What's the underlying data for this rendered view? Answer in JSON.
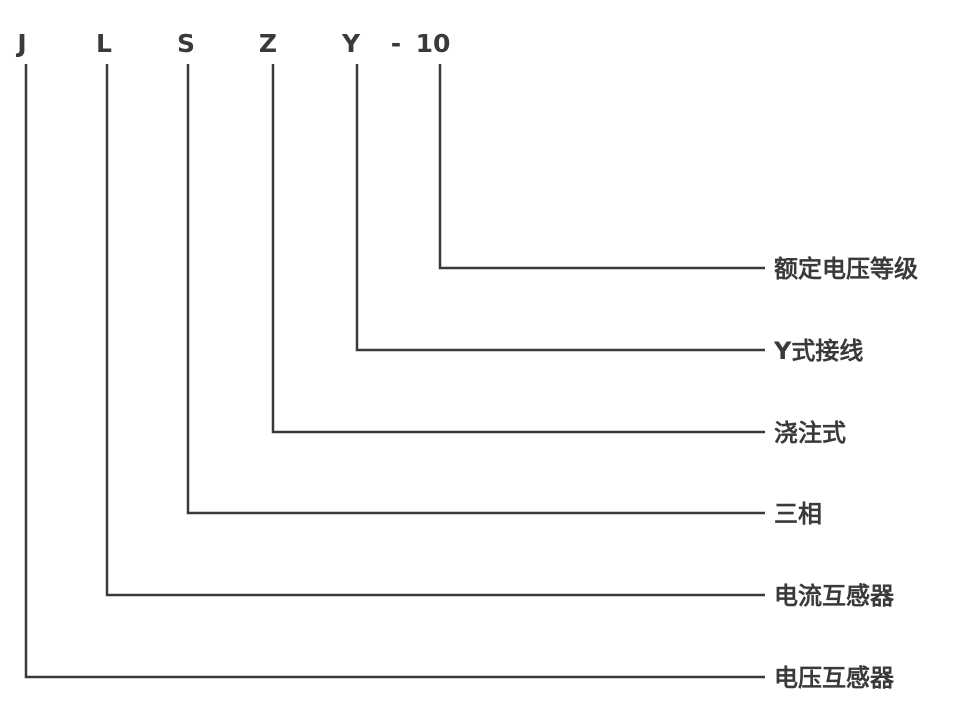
{
  "code": {
    "letters": [
      "J",
      "L",
      "S",
      "Z",
      "Y",
      "-",
      "10"
    ]
  },
  "descriptions": [
    {
      "segment": "10",
      "label": "额定电压等级"
    },
    {
      "segment": "Y",
      "label": "Y式接线"
    },
    {
      "segment": "Z",
      "label": "浇注式"
    },
    {
      "segment": "S",
      "label": "三相"
    },
    {
      "segment": "L",
      "label": "电流互感器"
    },
    {
      "segment": "J",
      "label": "电压互感器"
    }
  ],
  "colors": {
    "ink": "#3a3a3a",
    "background": "#ffffff"
  }
}
